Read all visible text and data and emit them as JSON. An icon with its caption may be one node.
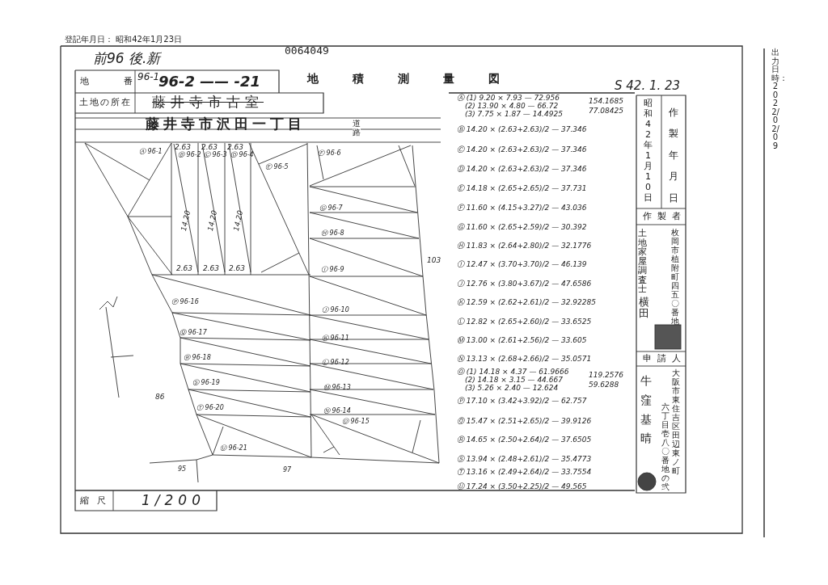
{
  "diagram": {
    "title": "地 積 測 量 図",
    "labels": [
      "登記年月日： 昭和42年1月23日",
      "0064049",
      "前96 後.新",
      "地 番",
      "96-1",
      "96-2 —— -21",
      "S 42. 1. 23",
      "土地の所在",
      "藤井寺市古室",
      "藤井寺市沢田一丁目",
      "道路",
      "Ⓐ 96-1",
      "Ⓑ 96-2",
      "Ⓒ 96-3",
      "Ⓓ 96-4",
      "Ⓔ 96-5",
      "Ⓕ 96-6",
      "Ⓖ 96-7",
      "Ⓗ 96-8",
      "Ⓘ 96-9",
      "Ⓙ 96-10",
      "Ⓚ 96-11",
      "Ⓛ 96-12",
      "Ⓜ 96-13",
      "Ⓝ 96-14",
      "Ⓞ 96-15",
      "Ⓟ 96-16",
      "Ⓠ 96-17",
      "Ⓡ 96-18",
      "Ⓢ 96-19",
      "Ⓣ 96-20",
      "Ⓤ 96-21",
      "Ⓐ (1) 9.20 × 7.93 — 72.956",
      "(2) 13.90 × 4.80 — 66.72",
      "(3) 7.75 × 1.87 — 14.4925",
      "154.1685",
      "77.08425",
      "Ⓑ 14.20 × (2.63+2.63)/2 — 37.346",
      "Ⓒ 14.20 × (2.63+2.63)/2 — 37.346",
      "Ⓓ 14.20 × (2.63+2.63)/2 — 37.346",
      "Ⓔ 14.18 × (2.65+2.65)/2 — 37.731",
      "Ⓕ 11.60 × (4.15+3.27)/2 — 43.036",
      "Ⓖ 11.60 × (2.65+2.59)/2 — 30.392",
      "Ⓗ 11.83 × (2.64+2.80)/2 — 32.1776",
      "Ⓘ 12.47 × (3.70+3.70)/2 — 46.139",
      "Ⓙ 12.76 × (3.80+3.67)/2 — 47.6586",
      "Ⓚ 12.59 × (2.62+2.61)/2 — 32.92285",
      "Ⓛ 12.82 × (2.65+2.60)/2 — 33.6525",
      "Ⓜ 13.00 × (2.61+2.56)/2 — 33.605",
      "Ⓝ 13.13 × (2.68+2.66)/2 — 35.0571",
      "Ⓞ (1) 14.18 × 4.37 — 61.9666",
      "(2) 14.18 × 3.15 — 44.667",
      "(3) 5.26 × 2.40 — 12.624",
      "119.2576",
      "59.6288",
      "Ⓟ 17.10 × (3.42+3.92)/2 — 62.757",
      "Ⓠ 15.47 × (2.51+2.65)/2 — 39.9126",
      "Ⓡ 14.65 × (2.50+2.64)/2 — 37.6505",
      "Ⓢ 13.94 × (2.48+2.61)/2 — 35.4773",
      "Ⓣ 13.16 × (2.49+2.64)/2 — 33.7554",
      "Ⓤ 17.24 × (3.50+2.25)/2 — 49.565",
      "昭和42年1月10日",
      "作製年月日",
      "作製者",
      "土地家屋調査士",
      "横田",
      "枚岡市植附町四五〇番地",
      "申請人",
      "牛窪基晴",
      "六丁目壱八〇番地の弐",
      "大阪市東住吉区田辺東ノ町",
      "縮尺",
      "1/200",
      "103",
      "86",
      "95",
      "97",
      "出力日時：2022/02/09",
      "2.63",
      "2.63",
      "2.63",
      "2.63",
      "2.63",
      "2.63",
      "14.20",
      "14.20",
      "14.20"
    ]
  }
}
